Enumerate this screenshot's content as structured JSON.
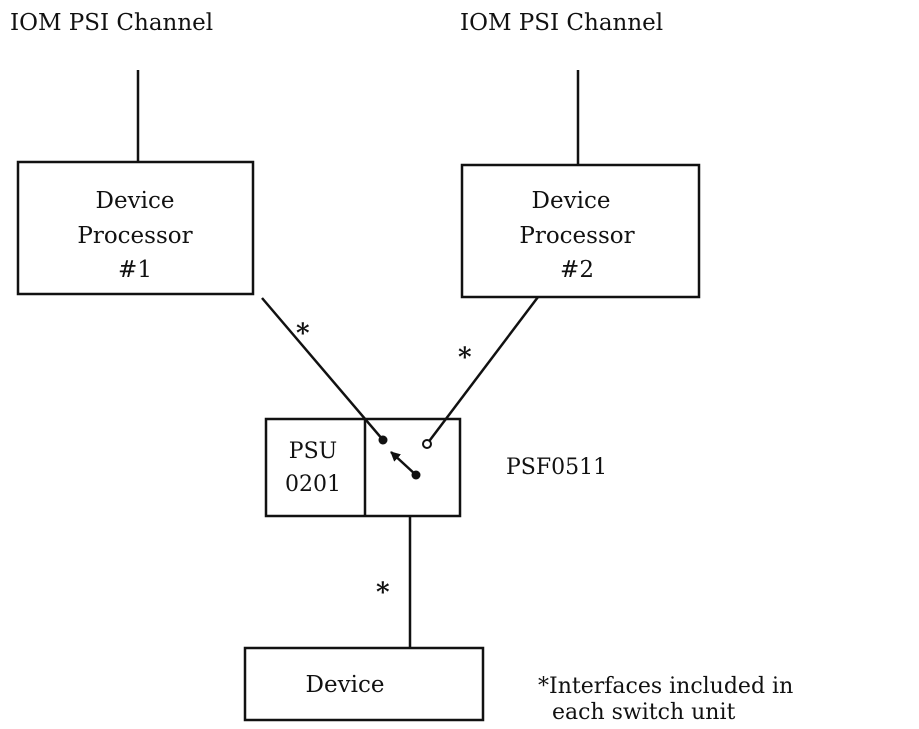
{
  "channels": {
    "left": "IOM PSI Channel",
    "right": "IOM PSI Channel"
  },
  "processors": [
    {
      "line1": "Device",
      "line2": "Processor",
      "line3": "#1"
    },
    {
      "line1": "Device",
      "line2": "Processor",
      "line3": "#2"
    }
  ],
  "switch_unit": {
    "psu_line1": "PSU",
    "psu_line2": "0201",
    "feature": "PSF0511"
  },
  "device": {
    "label": "Device"
  },
  "markers": {
    "interface": "*"
  },
  "footnote": {
    "line1": "*Interfaces included in",
    "line2": "each switch unit"
  }
}
